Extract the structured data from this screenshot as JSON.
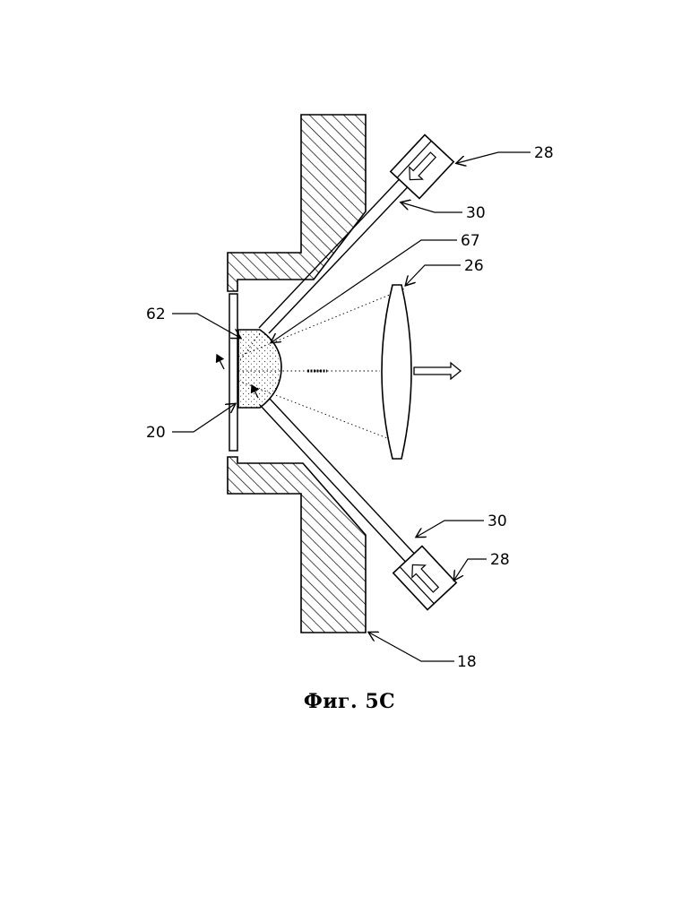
{
  "figure": {
    "caption": "Фиг. 5С",
    "labels": {
      "top_emitter": "28",
      "top_fiber": "30",
      "fiber_junction": "67",
      "lens": "26",
      "dome": "62",
      "window": "20",
      "bottom_fiber": "30",
      "bottom_emitter": "28",
      "housing": "18"
    }
  }
}
